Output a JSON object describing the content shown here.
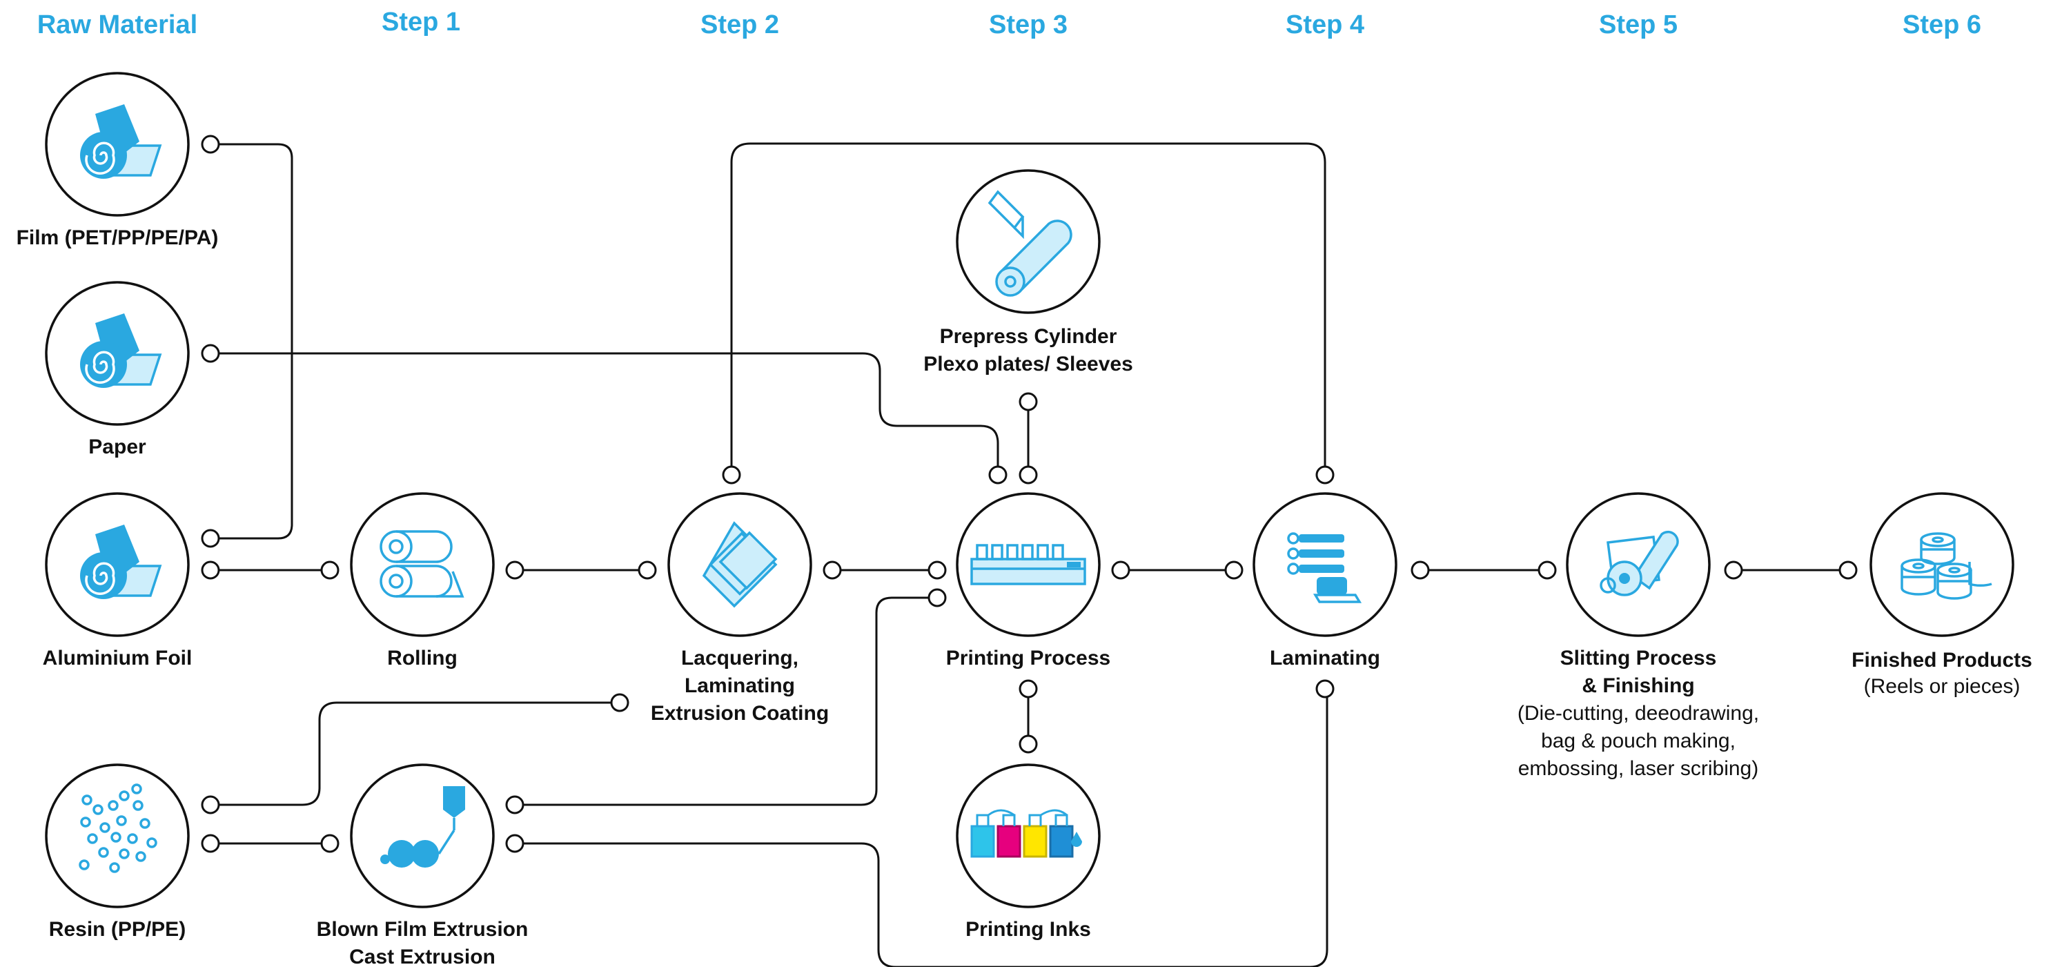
{
  "colors": {
    "accent": "#2aa8e0",
    "line": "#111111",
    "cyan": "#2ec4ea",
    "magenta": "#e6007e",
    "yellow": "#ffe600",
    "blue": "#1f8fd6"
  },
  "headers": {
    "raw_material": "Raw Material",
    "step1": "Step 1",
    "step2": "Step 2",
    "step3": "Step 3",
    "step4": "Step 4",
    "step5": "Step 5",
    "step6": "Step 6"
  },
  "nodes": {
    "film": {
      "icon": "film-roll-icon",
      "lines": [
        "Film (PET/PP/PE/PA)"
      ]
    },
    "paper": {
      "icon": "paper-roll-icon",
      "lines": [
        "Paper"
      ]
    },
    "foil": {
      "icon": "foil-roll-icon",
      "lines": [
        "Aluminium Foil"
      ]
    },
    "resin": {
      "icon": "resin-pellets-icon",
      "lines": [
        "Resin (PP/PE)"
      ]
    },
    "rolling": {
      "icon": "rollers-icon",
      "lines": [
        "Rolling"
      ]
    },
    "blown": {
      "icon": "extrusion-icon",
      "lines": [
        "Blown Film Extrusion",
        "Cast Extrusion"
      ]
    },
    "lacquering": {
      "icon": "layers-icon",
      "lines": [
        "Lacquering,",
        "Laminating",
        "Extrusion Coating"
      ]
    },
    "prepress": {
      "icon": "cylinder-pen-icon",
      "lines": [
        "Prepress Cylinder",
        "Plexo plates/ Sleeves"
      ]
    },
    "printing": {
      "icon": "printing-press-icon",
      "lines": [
        "Printing Process"
      ]
    },
    "inks": {
      "icon": "ink-bottles-icon",
      "lines": [
        "Printing Inks"
      ]
    },
    "laminating": {
      "icon": "laminator-icon",
      "lines": [
        "Laminating"
      ]
    },
    "slitting": {
      "icon": "slitting-icon",
      "lines": [
        "Slitting Process",
        "& Finishing"
      ],
      "details": [
        "(Die-cutting, deeodrawing,",
        "bag & pouch making,",
        "embossing, laser scribing)"
      ]
    },
    "finished": {
      "icon": "stacked-reels-icon",
      "lines": [
        "Finished Products"
      ],
      "details": [
        "(Reels or pieces)"
      ]
    }
  }
}
